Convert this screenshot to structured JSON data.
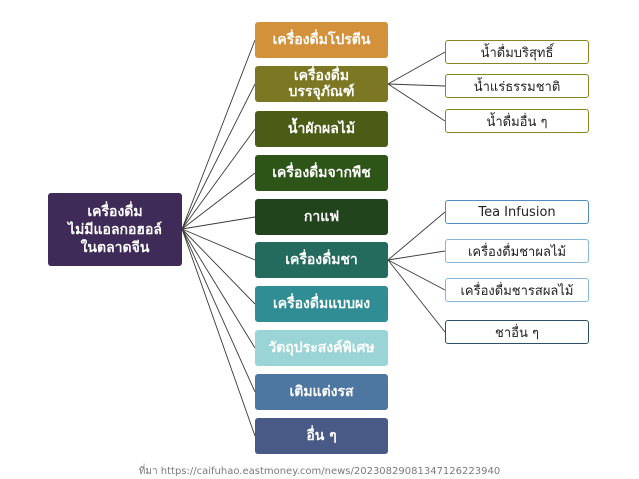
{
  "root": {
    "lines": [
      "เครื่องดื่ม",
      "ไม่มีแอลกอฮอล์",
      "ในตลาดจีน"
    ],
    "color": "#3f2b58"
  },
  "categories": [
    {
      "lines": [
        "เครื่องดื่มโปรตีน"
      ],
      "color": "#d2913a"
    },
    {
      "lines": [
        "เครื่องดื่ม",
        "บรรจุภัณฑ์"
      ],
      "color": "#7c7722"
    },
    {
      "lines": [
        "น้ำผักผลไม้"
      ],
      "color": "#4a5c16"
    },
    {
      "lines": [
        "เครื่องดื่มจากพืช"
      ],
      "color": "#2e5518"
    },
    {
      "lines": [
        "กาแฟ"
      ],
      "color": "#22441c"
    },
    {
      "lines": [
        "เครื่องดื่มชา"
      ],
      "color": "#246b5d"
    },
    {
      "lines": [
        "เครื่องดื่มแบบผง"
      ],
      "color": "#308d93"
    },
    {
      "lines": [
        "วัตถุประสงค์พิเศษ"
      ],
      "color": "#9ad4d6"
    },
    {
      "lines": [
        "เติมแต่งรส"
      ],
      "color": "#4d77a1"
    },
    {
      "lines": [
        "อื่น ๆ"
      ],
      "color": "#4a5a86"
    }
  ],
  "packaged_subs": {
    "items": [
      "น้ำดื่มบริสุทธิ์",
      "น้ำแร่ธรรมชาติ",
      "น้ำดื่มอื่น ๆ"
    ],
    "border_color": "#8a8520"
  },
  "tea_subs": {
    "items": [
      "Tea Infusion",
      "เครื่องดื่มชาผลไม้",
      "เครื่องดื่มชารสผลไม้",
      "ชาอื่น ๆ"
    ],
    "border_colors": [
      "#4f8fc0",
      "#86b8d6",
      "#86b8d6",
      "#2f4f66"
    ]
  },
  "line_color": "#3a3a3a",
  "source": "ที่มา https://caifuhao.eastmoney.com/news/20230829081347126223940"
}
